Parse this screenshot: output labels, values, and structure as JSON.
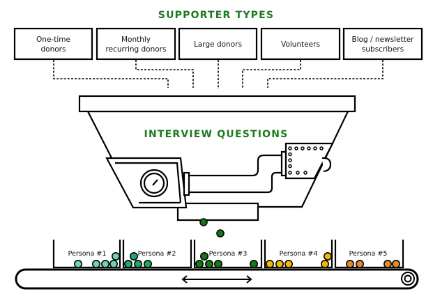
{
  "header": {
    "title": "SUPPORTER TYPES"
  },
  "supporter_types": [
    {
      "id": "one-time-donors",
      "lines": [
        "One-time",
        "donors"
      ]
    },
    {
      "id": "monthly-recurring-donors",
      "lines": [
        "Monthly",
        "recurring donors"
      ]
    },
    {
      "id": "large-donors",
      "lines": [
        "Large donors"
      ]
    },
    {
      "id": "volunteers",
      "lines": [
        "Volunteers"
      ]
    },
    {
      "id": "blog-newsletter-subscribers",
      "lines": [
        "Blog / newsletter",
        "subscribers"
      ]
    }
  ],
  "machine": {
    "label": "INTERVIEW QUESTIONS"
  },
  "personas": [
    {
      "label": "Persona #1",
      "color": "#6fd4ad",
      "ball_count": 5
    },
    {
      "label": "Persona #2",
      "color": "#1fa864",
      "ball_count": 4
    },
    {
      "label": "Persona #3",
      "color": "#137a13",
      "ball_count": 5
    },
    {
      "label": "Persona #4",
      "color": "#f5b700",
      "ball_count": 5
    },
    {
      "label": "Persona #5",
      "color": "#e08a2a",
      "ball_count": 4
    }
  ],
  "falling_ball_color": "#137a13",
  "conveyor": {
    "direction": "bidirectional"
  },
  "colors": {
    "title_green": "#1e7a1e",
    "line": "#000000"
  }
}
